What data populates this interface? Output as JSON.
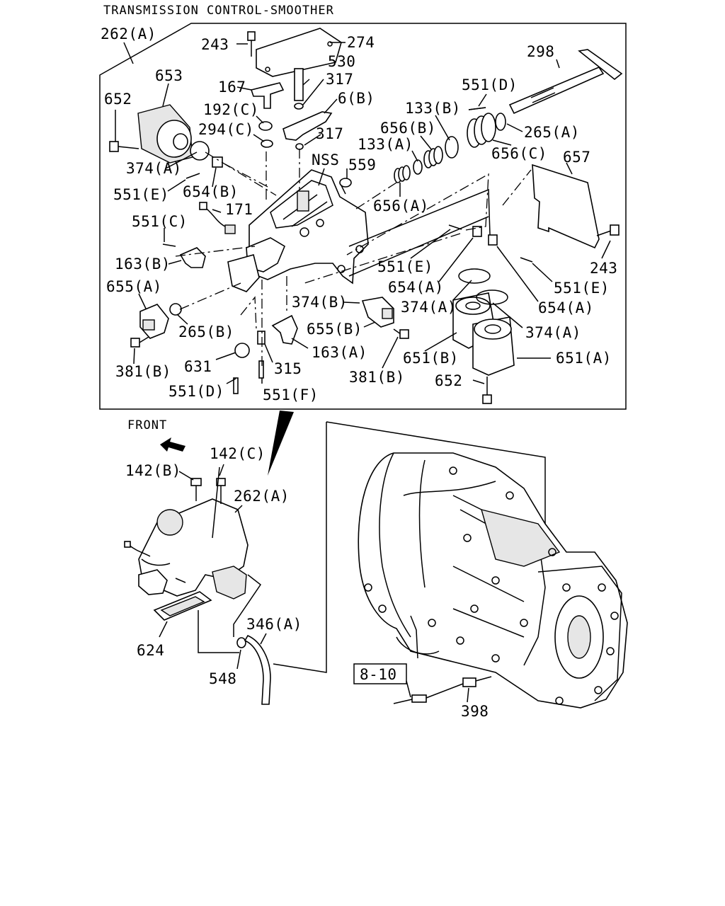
{
  "title": "TRANSMISSION CONTROL-SMOOTHER",
  "front_label": "FRONT",
  "ref_box": "8-10",
  "callouts": {
    "c262a_top": "262(A)",
    "c243_top": "243",
    "c274": "274",
    "c530": "530",
    "c317_a": "317",
    "c167": "167",
    "c653": "653",
    "c652_top": "652",
    "c192c": "192(C)",
    "c6b": "6(B)",
    "c298": "298",
    "c551d_top": "551(D)",
    "c133b": "133(B)",
    "c294c": "294(C)",
    "c317_b": "317",
    "c656b": "656(B)",
    "c265a": "265(A)",
    "c133a": "133(A)",
    "c656c": "656(C)",
    "c657": "657",
    "c374a_1": "374(A)",
    "cNSS": "NSS",
    "c559": "559",
    "c551e_1": "551(E)",
    "c654b": "654(B)",
    "c656a": "656(A)",
    "c171": "171",
    "c551c": "551(C)",
    "c243_right": "243",
    "c163b": "163(B)",
    "c551e_2": "551(E)",
    "c654a_1": "654(A)",
    "c551e_3": "551(E)",
    "c655a": "655(A)",
    "c374b": "374(B)",
    "c374a_2": "374(A)",
    "c654a_2": "654(A)",
    "c265b": "265(B)",
    "c655b": "655(B)",
    "c374a_3": "374(A)",
    "c163a": "163(A)",
    "c381b_1": "381(B)",
    "c631": "631",
    "c315": "315",
    "c651b": "651(B)",
    "c651a": "651(A)",
    "c381b_2": "381(B)",
    "c551d_bot": "551(D)",
    "c551f": "551(F)",
    "c652_bot": "652",
    "c142c": "142(C)",
    "c142b": "142(B)",
    "c262a_bot": "262(A)",
    "c624": "624",
    "c346a": "346(A)",
    "c548": "548",
    "c398": "398"
  }
}
